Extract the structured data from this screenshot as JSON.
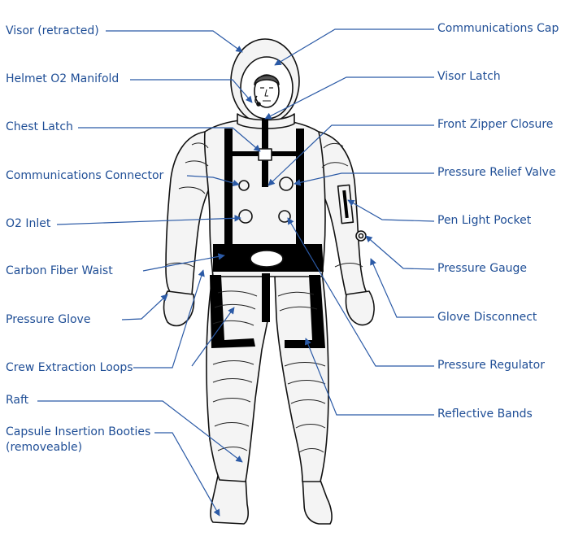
{
  "colors": {
    "label": "#1f4e96",
    "leader": "#2b5aa6",
    "outline": "#111111",
    "suit_fill": "#f4f4f4",
    "band": "#000000"
  },
  "labels_left": [
    {
      "id": "visor",
      "text": "Visor (retracted)"
    },
    {
      "id": "helmet-o2-manifold",
      "text": "Helmet O2 Manifold"
    },
    {
      "id": "chest-latch",
      "text": "Chest Latch"
    },
    {
      "id": "communications-connector",
      "text": "Communications Connector"
    },
    {
      "id": "o2-inlet",
      "text": "O2 Inlet"
    },
    {
      "id": "carbon-fiber-waist",
      "text": "Carbon Fiber Waist"
    },
    {
      "id": "pressure-glove",
      "text": "Pressure Glove"
    },
    {
      "id": "crew-extraction-loops",
      "text": "Crew Extraction Loops"
    },
    {
      "id": "raft",
      "text": "Raft"
    },
    {
      "id": "capsule-insertion-booties",
      "text": "Capsule Insertion Booties",
      "text2": "(removeable)"
    }
  ],
  "labels_right": [
    {
      "id": "communications-cap",
      "text": "Communications  Cap"
    },
    {
      "id": "visor-latch",
      "text": "Visor Latch"
    },
    {
      "id": "front-zipper-closure",
      "text": "Front Zipper Closure"
    },
    {
      "id": "pressure-relief-valve",
      "text": "Pressure Relief Valve"
    },
    {
      "id": "pen-light-pocket",
      "text": "Pen Light Pocket"
    },
    {
      "id": "pressure-gauge",
      "text": "Pressure Gauge"
    },
    {
      "id": "glove-disconnect",
      "text": "Glove Disconnect"
    },
    {
      "id": "pressure-regulator",
      "text": "Pressure Regulator"
    },
    {
      "id": "reflective-bands",
      "text": "Reflective Bands"
    }
  ]
}
